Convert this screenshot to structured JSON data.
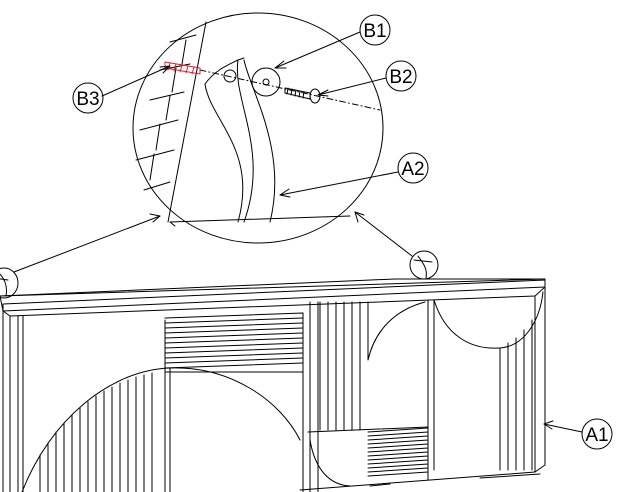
{
  "callouts": {
    "b1": "B1",
    "b2": "B2",
    "b3": "B3",
    "a2": "A2",
    "a1": "A1"
  },
  "colors": {
    "line": "#000000",
    "anchor_highlight": "#e0202a",
    "background": "#ffffff"
  }
}
